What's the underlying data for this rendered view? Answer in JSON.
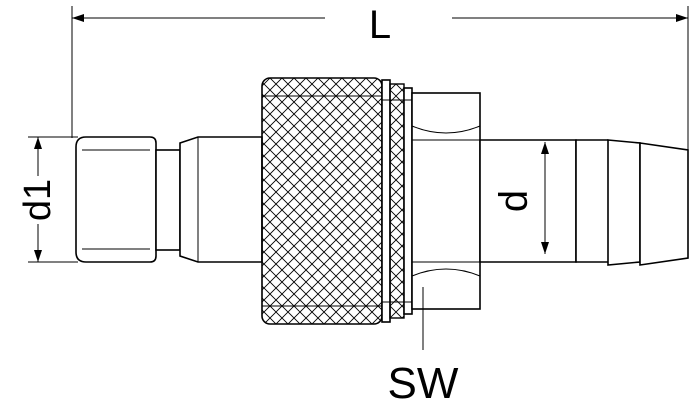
{
  "labels": {
    "length": "L",
    "plug_diameter": "d1",
    "hose_diameter": "d",
    "wrench_size": "SW"
  }
}
